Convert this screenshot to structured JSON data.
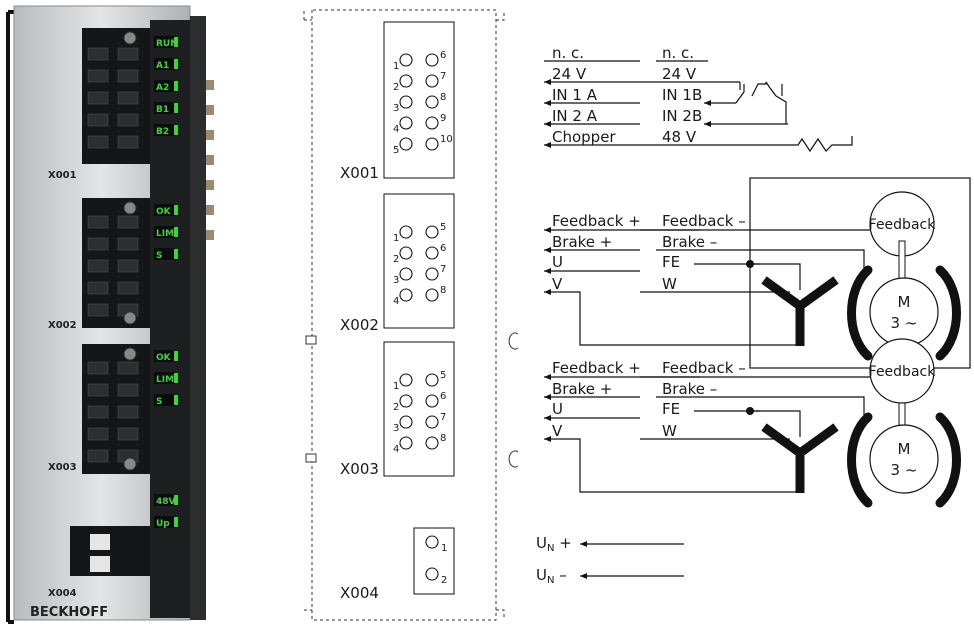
{
  "device": {
    "brand": "BECKHOFF",
    "connector_labels": [
      "X001",
      "X002",
      "X003",
      "X004"
    ],
    "leds_group1": [
      "RUN",
      "A1",
      "A2",
      "B1",
      "B2"
    ],
    "leds_group2": [
      "OK",
      "LIM",
      "S"
    ],
    "leds_group3": [
      "OK",
      "LIM",
      "S"
    ],
    "leds_group4": [
      "48V",
      "Up"
    ],
    "led_color": "#3fd23f",
    "body_color": "#c9ccce"
  },
  "connectors": [
    {
      "name": "X001",
      "left_pins": [
        "1",
        "2",
        "3",
        "4",
        "5"
      ],
      "right_pins": [
        "6",
        "7",
        "8",
        "9",
        "10"
      ]
    },
    {
      "name": "X002",
      "left_pins": [
        "1",
        "2",
        "3",
        "4"
      ],
      "right_pins": [
        "5",
        "6",
        "7",
        "8"
      ]
    },
    {
      "name": "X003",
      "left_pins": [
        "1",
        "2",
        "3",
        "4"
      ],
      "right_pins": [
        "5",
        "6",
        "7",
        "8"
      ]
    },
    {
      "name": "X004",
      "left_pins": [
        "1",
        "2"
      ],
      "right_pins": []
    }
  ],
  "x001_signals": {
    "left": [
      "n. c.",
      "24 V",
      "IN 1 A",
      "IN 2 A",
      "Chopper"
    ],
    "right": [
      "n. c.",
      "24 V",
      "IN 1B",
      "IN 2B",
      "48 V"
    ]
  },
  "motor_signals": {
    "left": [
      "Feedback +",
      "Brake +",
      "U",
      "V"
    ],
    "right": [
      "Feedback –",
      "Brake –",
      "FE",
      "W"
    ]
  },
  "motor_blocks": [
    {
      "feedback_label": "Feedback",
      "motor_line1": "M",
      "motor_line2": "3 ~"
    },
    {
      "feedback_label": "Feedback",
      "motor_line1": "M",
      "motor_line2": "3 ~"
    }
  ],
  "supply": {
    "un_plus": "U",
    "un_plus_sub": "N",
    "un_plus_sign": " +",
    "un_minus": "U",
    "un_minus_sub": "N",
    "un_minus_sign": " –"
  }
}
